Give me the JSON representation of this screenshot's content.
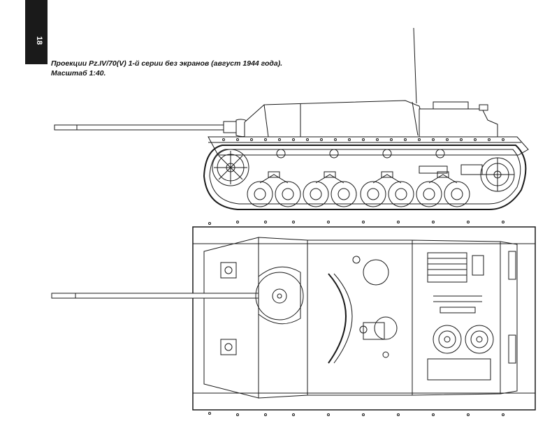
{
  "page_number": "18",
  "caption": {
    "line1": "Проекции Pz.IV/70(V) 1-й серии без экранов (август 1944 года).",
    "line2": "Масштаб 1:40."
  },
  "colors": {
    "ink": "#1a1a1a",
    "paper": "#ffffff",
    "tab": "#1a1a1a"
  }
}
